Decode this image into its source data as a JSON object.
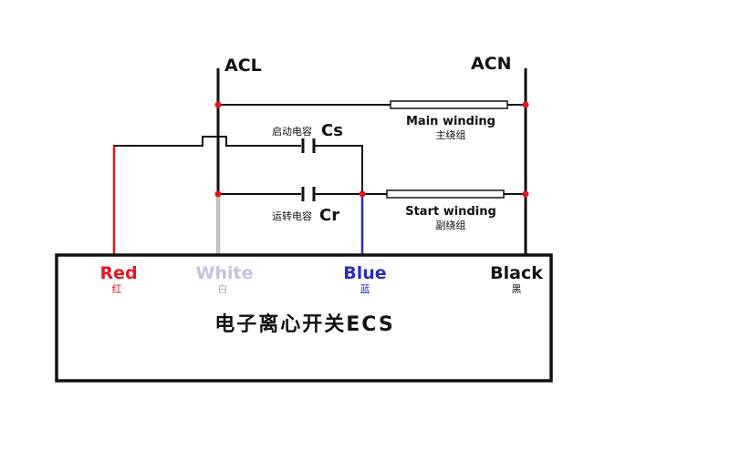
{
  "lines": {
    "acl": "ACL",
    "acn": "ACN"
  },
  "capacitors": {
    "start_cn": "启动电容",
    "start_sym": "Cs",
    "run_cn": "运转电容",
    "run_sym": "Cr"
  },
  "windings": {
    "main_en": "Main winding",
    "main_cn": "主绕组",
    "start_en": "Start winding",
    "start_cn": "副绕组"
  },
  "terminals": [
    {
      "en": "Red",
      "cn": "红",
      "color": "#e8141c"
    },
    {
      "en": "White",
      "cn": "白",
      "color": "#c4c4dc"
    },
    {
      "en": "Blue",
      "cn": "蓝",
      "color": "#2b2bc8"
    },
    {
      "en": "Black",
      "cn": "黑",
      "color": "#111111"
    }
  ],
  "switch_box": {
    "title": "电子离心开关ECS"
  },
  "colors": {
    "wire": "#111111",
    "node": "#e8141c",
    "red_wire": "#e8141c",
    "white_wire": "#c8c8c8",
    "blue_wire": "#2b2bc8"
  }
}
